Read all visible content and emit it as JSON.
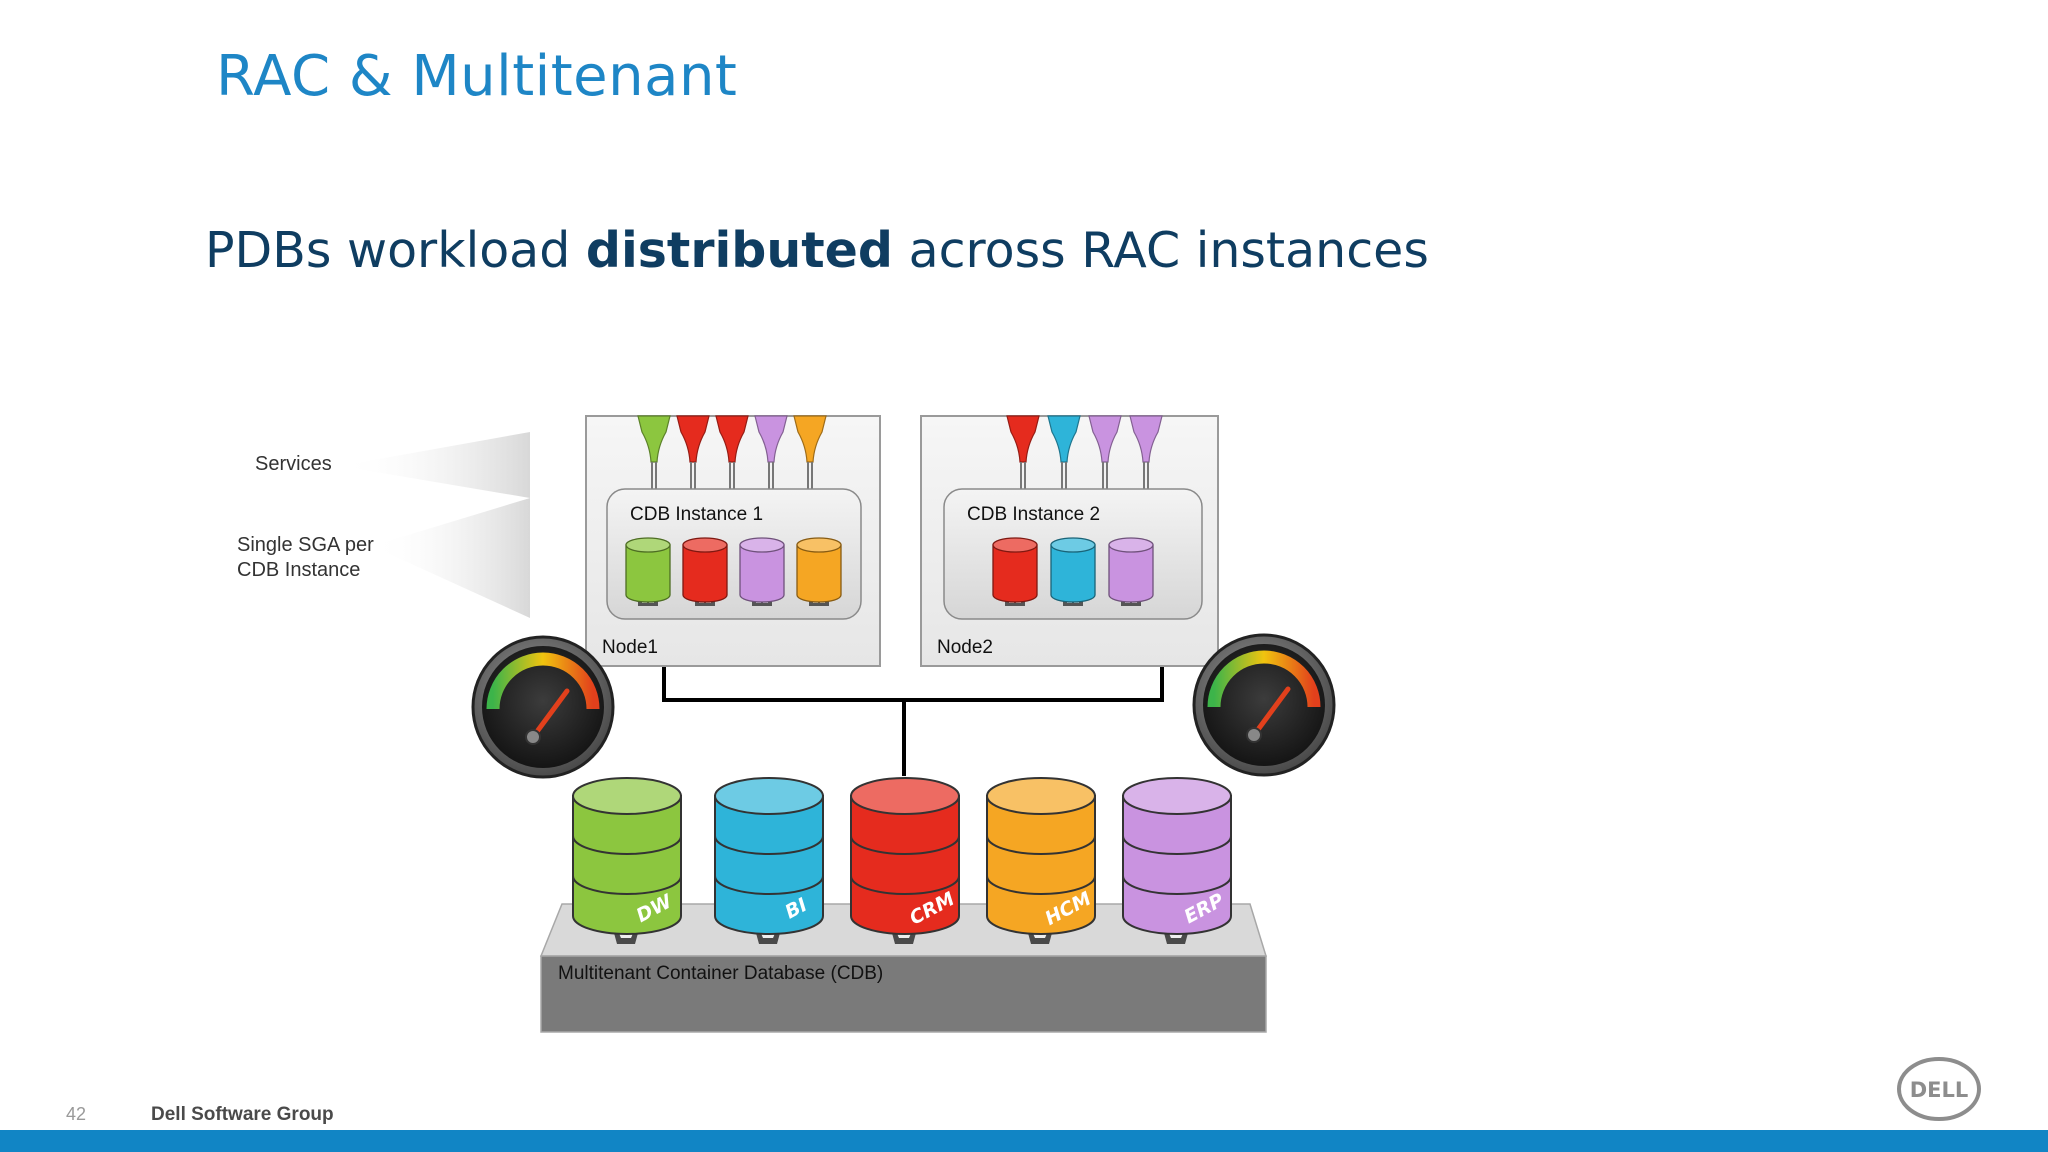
{
  "slide": {
    "title": "RAC & Multitenant",
    "subtitle_pre": "PDBs workload ",
    "subtitle_bold": "distributed",
    "subtitle_post": " across RAC instances",
    "page_number": "42",
    "brand": "Dell Software Group",
    "logo_text": "DELL"
  },
  "diagram": {
    "legend": {
      "services": "Services",
      "sga_line1": "Single SGA per",
      "sga_line2": "CDB Instance"
    },
    "node1": {
      "label": "Node1",
      "instance_label": "CDB Instance 1",
      "service_colors": [
        "#8cc63f",
        "#e52b1e",
        "#e52b1e",
        "#c993e0",
        "#f5a623"
      ],
      "sga_colors": [
        "#8cc63f",
        "#e52b1e",
        "#c993e0",
        "#f5a623"
      ]
    },
    "node2": {
      "label": "Node2",
      "instance_label": "CDB Instance 2",
      "service_colors": [
        "#e52b1e",
        "#2eb4d9",
        "#c993e0",
        "#c993e0"
      ],
      "sga_colors": [
        "#e52b1e",
        "#2eb4d9",
        "#c993e0"
      ]
    },
    "cdb_label": "Multitenant Container Database (CDB)",
    "pdbs": [
      {
        "name": "DW",
        "color": "#8cc63f"
      },
      {
        "name": "BI",
        "color": "#2eb4d9"
      },
      {
        "name": "CRM",
        "color": "#e52b1e"
      },
      {
        "name": "HCM",
        "color": "#f5a623"
      },
      {
        "name": "ERP",
        "color": "#c993e0"
      }
    ],
    "gauge_icon": "speedometer-gauge-icon"
  }
}
